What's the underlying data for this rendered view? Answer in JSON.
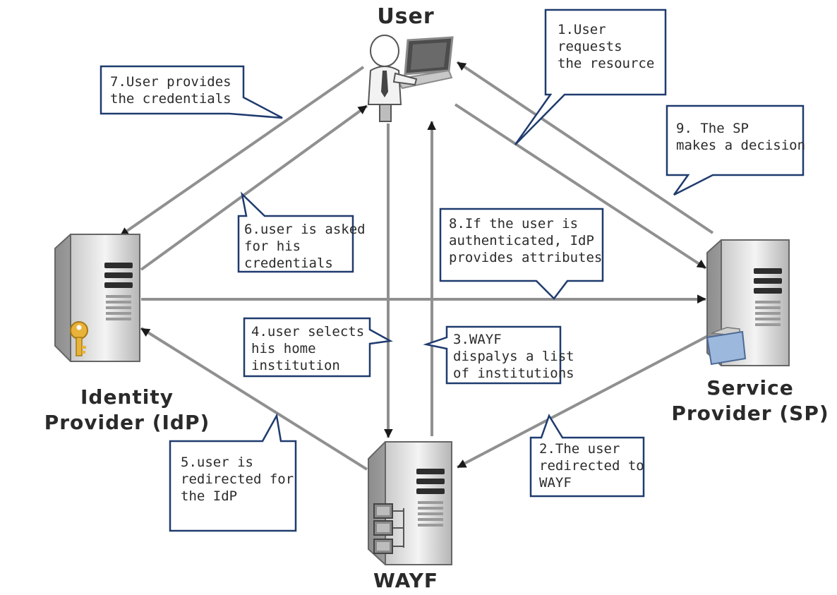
{
  "nodes": {
    "user": {
      "label": "User"
    },
    "idp": {
      "line1": "Identity",
      "line2": "Provider (IdP)"
    },
    "sp": {
      "line1": "Service",
      "line2": "Provider (SP)"
    },
    "wayf": {
      "label": "WAYF"
    }
  },
  "steps": {
    "s1": [
      "1.User",
      "requests",
      "the resource"
    ],
    "s2": [
      "2.The user",
      "redirected to",
      "WAYF"
    ],
    "s3": [
      "3.WAYF",
      "dispalys a list",
      "of institutions"
    ],
    "s4": [
      "4.user selects",
      "his home",
      "institution"
    ],
    "s5": [
      "5.user is",
      "redirected for",
      "the IdP"
    ],
    "s6": [
      "6.user is asked",
      "for his",
      "credentials"
    ],
    "s7": [
      "7.User provides",
      "the credentials"
    ],
    "s8": [
      "8.If the user is",
      "authenticated, IdP",
      "provides attributes"
    ],
    "s9": [
      "9. The SP",
      "makes a decision"
    ]
  },
  "colors": {
    "callout_border": "#1f3b6e",
    "arrow": "#909090",
    "arrowhead": "#1a1a1a",
    "text": "#2b2b2b"
  }
}
